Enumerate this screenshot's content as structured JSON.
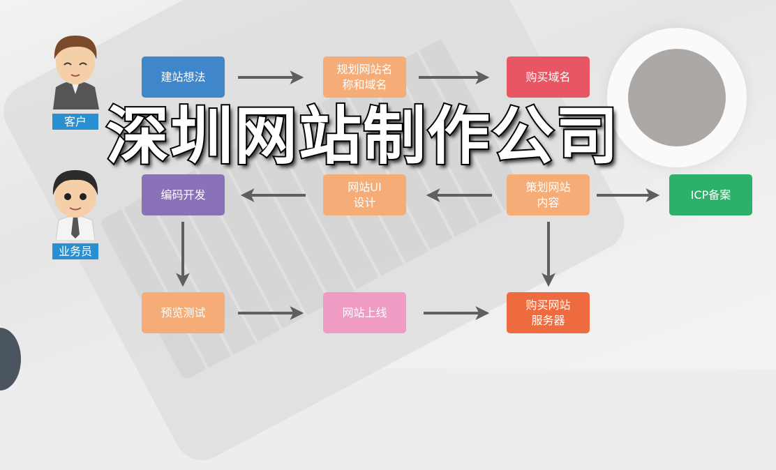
{
  "title": "深圳网站制作公司",
  "roles": {
    "client": "客户",
    "salesperson": "业务员"
  },
  "steps": [
    {
      "label": "建站想法",
      "color": "#3f86cb"
    },
    {
      "label": "规划网站名\n称和域名",
      "color": "#f5ac77"
    },
    {
      "label": "购买域名",
      "color": "#e85664"
    },
    {
      "label": "编码开发",
      "color": "#8a72b8"
    },
    {
      "label": "网站UI\n设计",
      "color": "#f5ac77"
    },
    {
      "label": "策划网站\n内容",
      "color": "#f5ac77"
    },
    {
      "label": "ICP备案",
      "color": "#2db06a"
    },
    {
      "label": "预览测试",
      "color": "#f5ac77"
    },
    {
      "label": "网站上线",
      "color": "#f09bc3"
    },
    {
      "label": "购买网站\n服务器",
      "color": "#ee6b3f"
    }
  ],
  "colors": {
    "arrow": "#5f5f5f",
    "role_label": "#2a8fd0"
  }
}
